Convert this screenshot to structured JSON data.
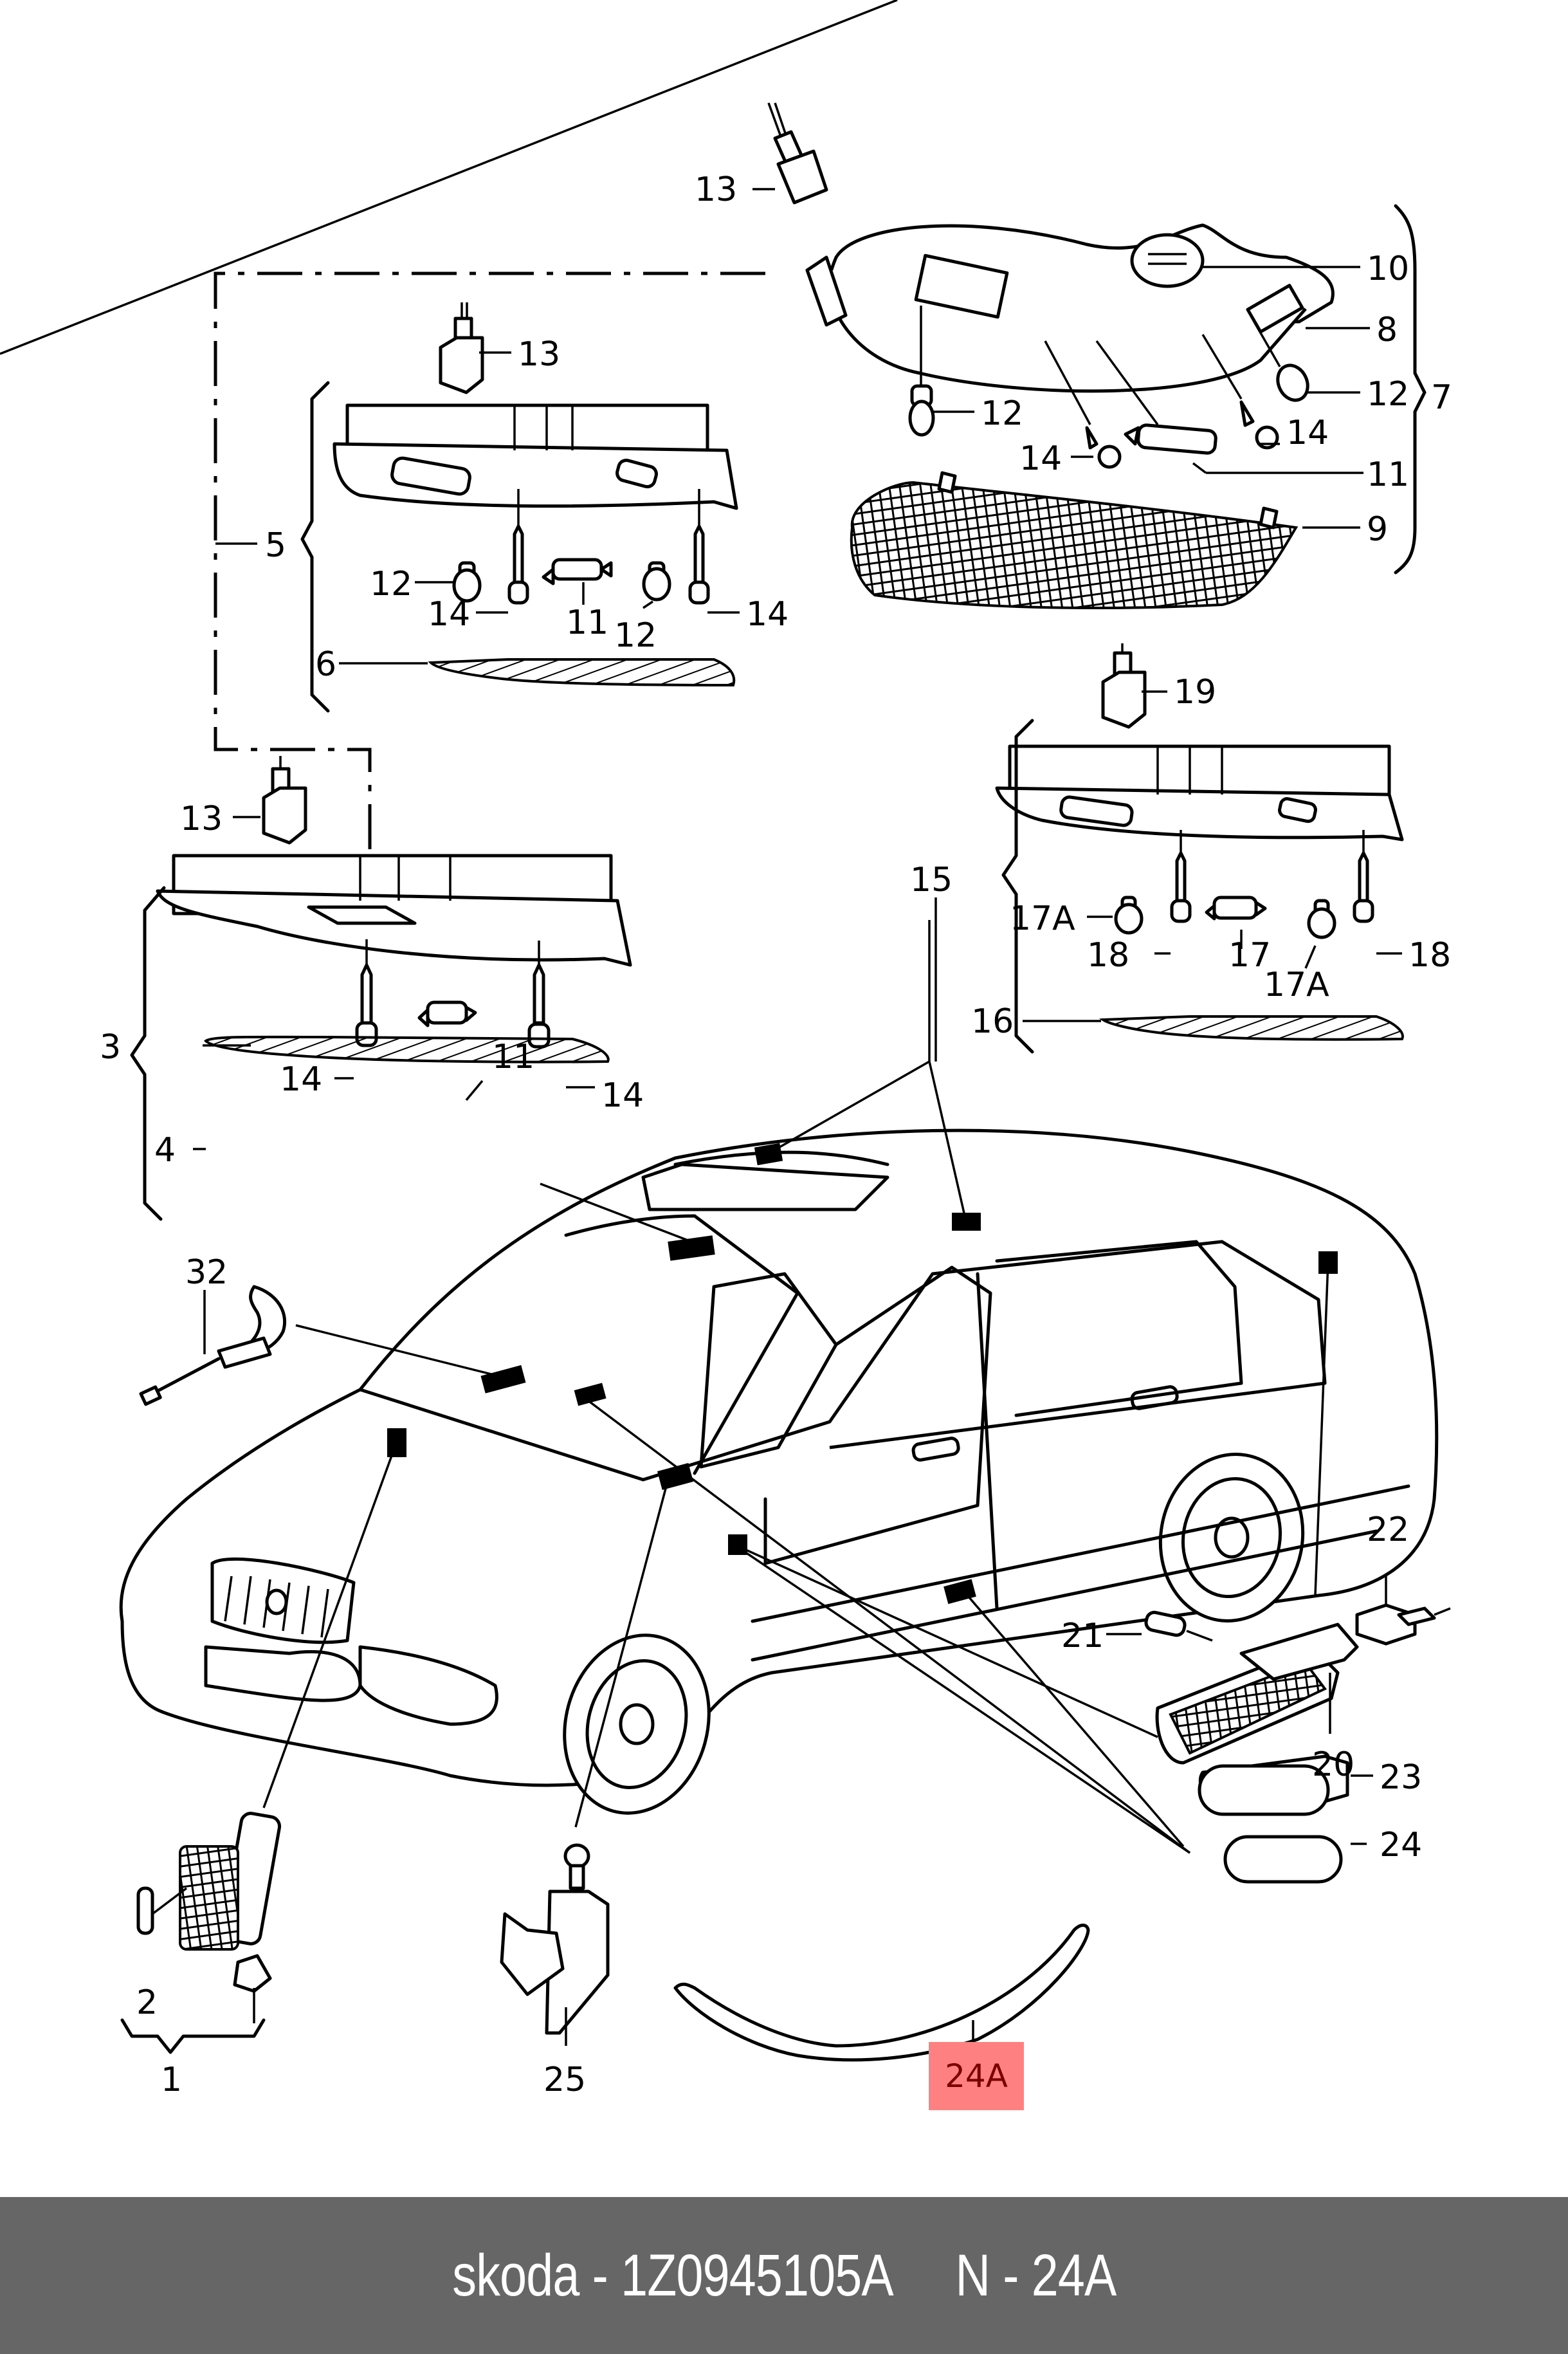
{
  "diagram": {
    "title": "Interior lights / door lights / side marker lights",
    "highlighted_part": "24A",
    "highlight_color": "#ff8080",
    "callouts": {
      "c1": "1",
      "c2": "2",
      "c3": "3",
      "c4": "4",
      "c5": "5",
      "c6": "6",
      "c7": "7",
      "c8": "8",
      "c9": "9",
      "c10": "10",
      "c11a": "11",
      "c11b": "11",
      "c11c": "11",
      "c12a": "12",
      "c12b": "12",
      "c12c": "12",
      "c12d": "12",
      "c13a": "13",
      "c13b": "13",
      "c13c": "13",
      "c14a": "14",
      "c14b": "14",
      "c14c": "14",
      "c14d": "14",
      "c14e": "14",
      "c14f": "14",
      "c15": "15",
      "c16": "16",
      "c17": "17",
      "c17aa": "17A",
      "c17ab": "17A",
      "c18a": "18",
      "c18b": "18",
      "c19": "19",
      "c20": "20",
      "c21": "21",
      "c22": "22",
      "c23": "23",
      "c24": "24",
      "c24a": "24A",
      "c25": "25",
      "c32": "32"
    }
  },
  "footer": {
    "text": "skoda - 1Z0945105A     N - 24A",
    "background": "#666666"
  }
}
